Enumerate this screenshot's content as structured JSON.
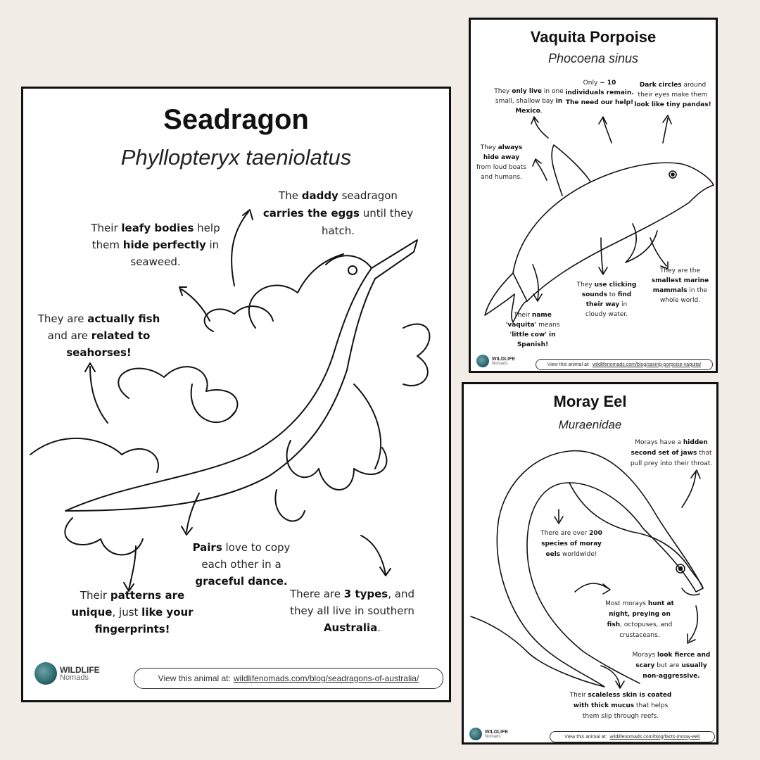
{
  "seadragon": {
    "title": "Seadragon",
    "scientific_name": "Phyllopteryx taeniolatus",
    "facts": {
      "daddy": [
        "The ",
        "daddy",
        " seadragon ",
        "carries the eggs",
        " until they hatch."
      ],
      "leafy": [
        "Their ",
        "leafy bodies",
        " help them ",
        "hide perfectly",
        " in seaweed."
      ],
      "fish": [
        "They are ",
        "actually fish",
        " and are ",
        "related to seahorses!"
      ],
      "pairs": [
        "Pairs",
        " love to copy each other in a ",
        "graceful dance."
      ],
      "patterns": [
        "Their ",
        "patterns are unique",
        ", just ",
        "like your fingerprints!"
      ],
      "types": [
        "There are ",
        "3 types",
        ", and they all live in southern ",
        "Australia",
        "."
      ]
    },
    "logo": {
      "line1": "WILDLIFE",
      "line2": "Nomads",
      "icon": "wildlife-nomads-logo-icon"
    },
    "link": {
      "prefix": "View this animal at:",
      "url": "wildlifenomads.com/blog/seadragons-of-australia/"
    }
  },
  "vaquita": {
    "title": "Vaquita Porpoise",
    "scientific_name": "Phocoena sinus",
    "facts": {
      "mexico": [
        "They ",
        "only live",
        " in one small, shallow bay ",
        "in Mexico",
        "."
      ],
      "ten": [
        "Only ",
        "~ 10 individuals remain. The need our help!"
      ],
      "circles": [
        "Dark circles",
        " around their eyes make them ",
        "look like tiny pandas!"
      ],
      "hide": [
        "They ",
        "always hide away",
        " from loud boats and humans."
      ],
      "smallest": [
        "They are the ",
        "smallest marine mammals",
        " in the whole world."
      ],
      "clicking": [
        "They ",
        "use clicking sounds",
        " to ",
        "find their way",
        " in cloudy water."
      ],
      "name": [
        "Their ",
        "name 'vaquita'",
        " means ",
        "'little cow' in Spanish!"
      ]
    },
    "logo": {
      "line1": "WILDLIFE",
      "line2": "Nomads",
      "icon": "wildlife-nomads-logo-icon"
    },
    "link": {
      "prefix": "View this animal at:",
      "url": "wildlifenomads.com/blog/saving-porpoise-vaquita/"
    }
  },
  "moray": {
    "title": "Moray Eel",
    "scientific_name": "Muraenidae",
    "facts": {
      "jaws": [
        "Morays have a ",
        "hidden second set of jaws",
        " that pull prey into their throat."
      ],
      "species": [
        "There are over ",
        "200 species of moray eels",
        " worldwide!"
      ],
      "hunt": [
        "Most morays ",
        "hunt at night, preying on fish",
        ", octopuses, and crustaceans."
      ],
      "fierce": [
        "Morays ",
        "look fierce and scary",
        " but are ",
        "usually non-aggressive."
      ],
      "skin": [
        "Their ",
        "scaleless skin is coated with thick mucus",
        " that helps them slip through reefs."
      ]
    },
    "logo": {
      "line1": "WILDLIFE",
      "line2": "Nomads",
      "icon": "wildlife-nomads-logo-icon"
    },
    "link": {
      "prefix": "View this animal at:",
      "url": "wildlifenomads.com/blog/facts-moray-eel/"
    }
  },
  "colors": {
    "background": "#f1ece6",
    "ink": "#111111",
    "paper": "#ffffff"
  }
}
